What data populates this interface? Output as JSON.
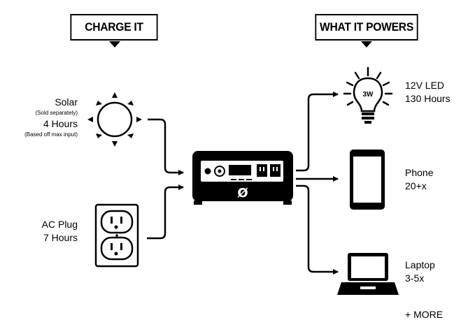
{
  "headers": {
    "charge": "CHARGE IT",
    "powers": "WHAT IT POWERS"
  },
  "inputs": {
    "solar": {
      "title": "Solar",
      "note": "(Sold separately)",
      "time": "4 Hours",
      "note2": "(Based off max input)",
      "icon": "sun-icon"
    },
    "ac": {
      "title": "AC Plug",
      "time": "7 Hours",
      "icon": "wall-outlet-icon"
    }
  },
  "device": {
    "logo": "Ø",
    "icon": "power-station-icon"
  },
  "outputs": {
    "led": {
      "title": "12V LED",
      "detail": "130 Hours",
      "bulb_text": "3W",
      "icon": "light-bulb-icon"
    },
    "phone": {
      "title": "Phone",
      "detail": "20+x",
      "icon": "smartphone-icon"
    },
    "laptop": {
      "title": "Laptop",
      "detail": "3-5x",
      "icon": "laptop-icon"
    },
    "more": "+ MORE"
  },
  "colors": {
    "ink": "#000000",
    "background": "#ffffff"
  }
}
